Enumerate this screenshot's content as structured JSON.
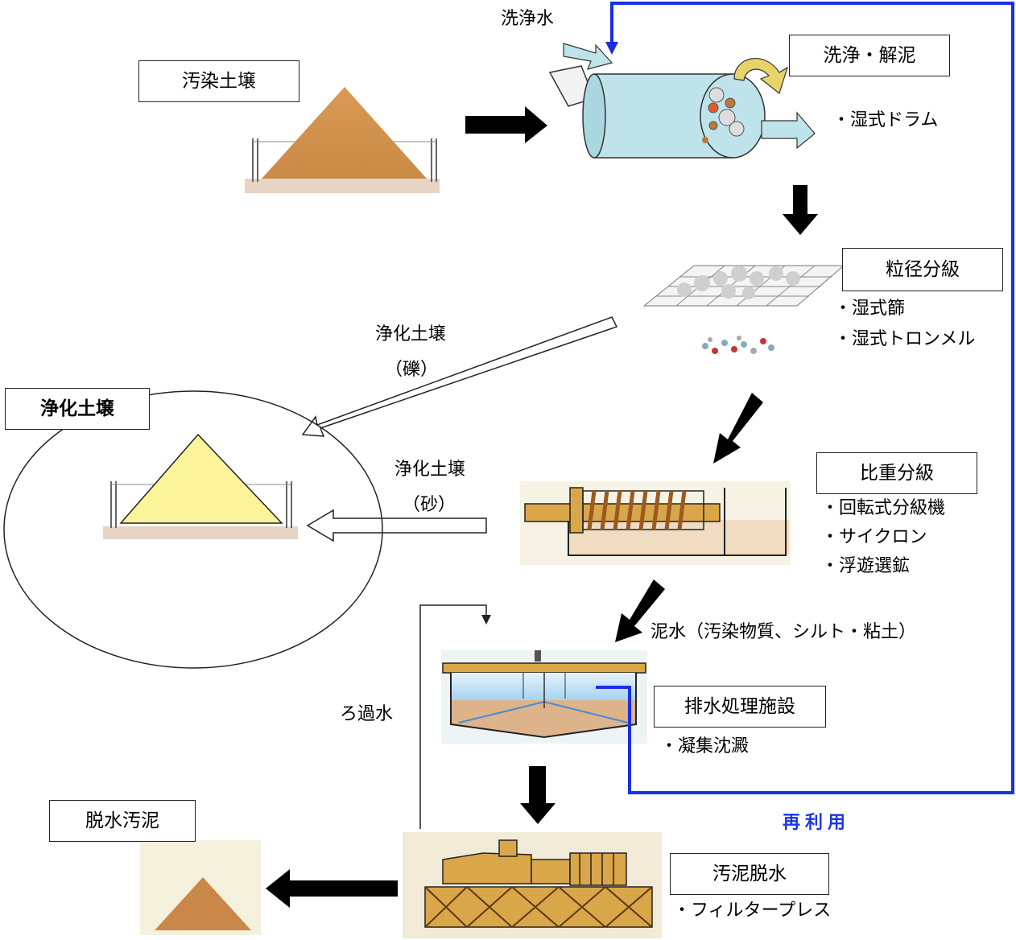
{
  "title_boxes": {
    "contaminated_soil": "汚染土壌",
    "washing": "洗浄・解泥",
    "size_classification": "粒径分級",
    "gravity_classification": "比重分級",
    "wastewater_facility": "排水処理施設",
    "sludge_dewatering": "汚泥脱水",
    "dewatered_sludge": "脱水汚泥",
    "purified_soil": "浄化土壌"
  },
  "labels": {
    "wash_water": "洗浄水",
    "purified_gravel_1": "浄化土壌",
    "purified_gravel_2": "（礫）",
    "purified_sand_1": "浄化土壌",
    "purified_sand_2": "（砂）",
    "muddy_water": "泥水（汚染物質、シルト・粘土）",
    "filtrate": "ろ過水",
    "reuse": "再利用"
  },
  "methods": {
    "washing": [
      "・湿式ドラム"
    ],
    "size": [
      "・湿式篩",
      "・湿式トロンメル"
    ],
    "gravity": [
      "・回転式分級機",
      "・サイクロン",
      "・浮遊選鉱"
    ],
    "wastewater": [
      "・凝集沈澱"
    ],
    "dewatering": [
      "・フィルタープレス"
    ]
  },
  "colors": {
    "recycle_line": "#1a2ee6",
    "soil_brown": "#d9a05a",
    "purified_yellow": "#fbf49a",
    "drum_blue": "#bfe3ea",
    "machine_tan": "#d9a64a"
  }
}
